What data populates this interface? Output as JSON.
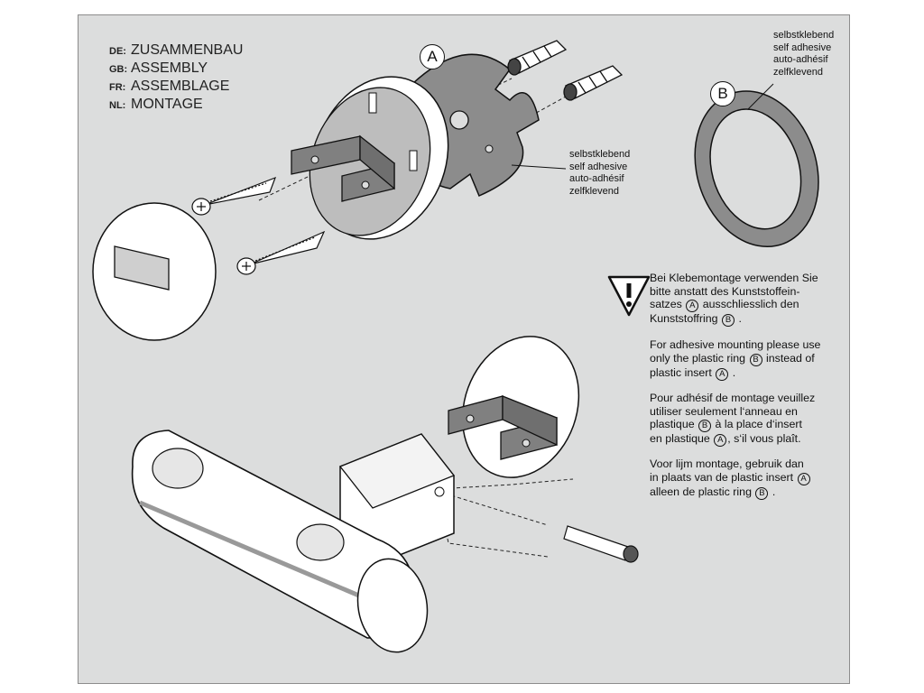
{
  "headings": [
    {
      "code": "DE:",
      "text": "ZUSAMMENBAU"
    },
    {
      "code": "GB:",
      "text": "ASSEMBLY"
    },
    {
      "code": "FR:",
      "text": "ASSEMBLAGE"
    },
    {
      "code": "NL:",
      "text": "MONTAGE"
    }
  ],
  "labels": {
    "insert": "A",
    "ring": "B"
  },
  "callout_insert": [
    "selbstklebend",
    "self adhesive",
    "auto-adhésif",
    "zelfklevend"
  ],
  "callout_ring": [
    "selbstklebend",
    "self adhesive",
    "auto-adhésif",
    "zelfklevend"
  ],
  "warning_icon": "warning-triangle-icon",
  "notes": {
    "de": {
      "l1": "Bei Klebemontage verwenden Sie",
      "l2": "bitte anstatt des Kunststoffein-",
      "l3a": "satzes",
      "l3b": "ausschliesslich den",
      "l4a": "Kunststoffring",
      "l4b": "."
    },
    "gb": {
      "l1": "For adhesive mounting please use",
      "l2a": "only the plastic ring",
      "l2b": "instead of",
      "l3a": "plastic insert",
      "l3b": "."
    },
    "fr": {
      "l1": "Pour adhésif de montage veuillez",
      "l2": "utiliser seulement l‘anneau en",
      "l3a": "plastique",
      "l3b": "à la place d‘insert",
      "l4a": "en plastique",
      "l4b": ", s‘il vous plaît."
    },
    "nl": {
      "l1": "Voor lijm montage, gebruik dan",
      "l2a": "in plaats van de plastic insert",
      "l2b": "",
      "l3a": "alleen de plastic ring",
      "l3b": "."
    }
  },
  "colors": {
    "background": "#dcdddd",
    "part_fill": "#ffffff",
    "dark_part": "#808080",
    "plate": "#8c8c8c",
    "outline": "#111111"
  }
}
